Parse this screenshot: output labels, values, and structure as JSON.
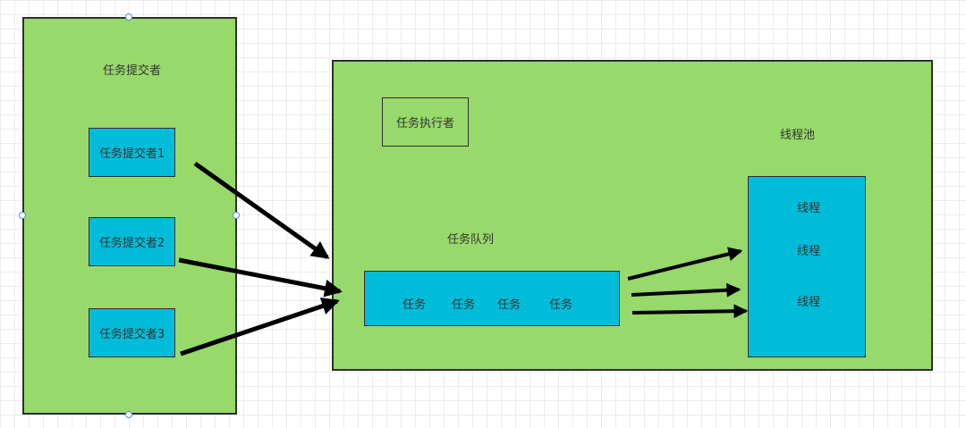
{
  "submitter_panel": {
    "title": "任务提交者",
    "items": [
      "任务提交者1",
      "任务提交者2",
      "任务提交者3"
    ]
  },
  "pool_panel": {
    "title": "线程池",
    "executor_label": "任务执行者",
    "queue_label": "任务队列",
    "queue_items": [
      "任务",
      "任务",
      "任务",
      "任务"
    ],
    "threads_box": {
      "items": [
        "线程",
        "线程",
        "线程"
      ]
    }
  },
  "colors": {
    "panel_fill": "#97d96b",
    "box_fill": "#00bcd9",
    "stroke": "#2f2f2f",
    "arrow": "#000000",
    "selection_handle": "#4a90e2"
  }
}
